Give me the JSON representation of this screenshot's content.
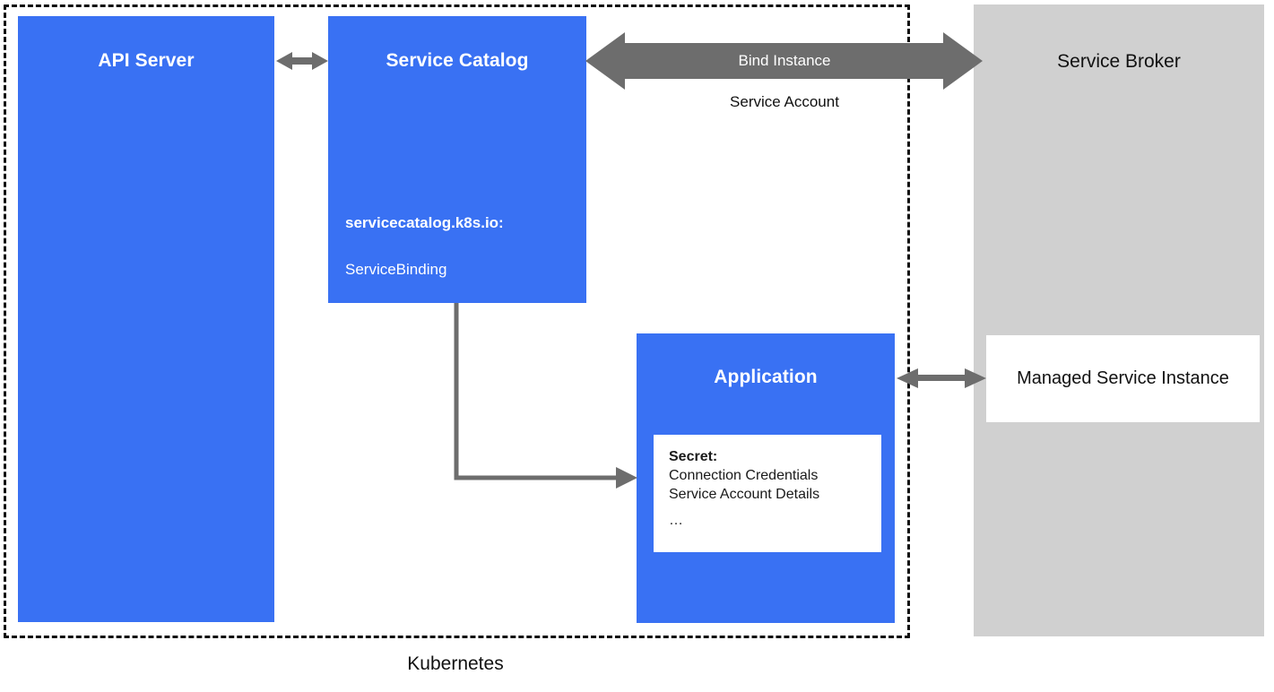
{
  "diagram": {
    "boundary": {
      "label": "Kubernetes"
    },
    "colors": {
      "component_blue": "#3971F3",
      "broker_gray": "#d0d0d0",
      "arrow_gray": "#6d6d6d",
      "text_white": "#ffffff",
      "text_black": "#111111"
    },
    "nodes": {
      "api_server": {
        "title": "API Server"
      },
      "service_catalog": {
        "title": "Service Catalog",
        "api_group": "servicecatalog.k8s.io:",
        "kind": "ServiceBinding"
      },
      "application": {
        "title": "Application",
        "secret": {
          "heading": "Secret:",
          "items": [
            "Connection Credentials",
            "Service Account Details",
            "…"
          ]
        }
      },
      "service_broker": {
        "title": "Service Broker",
        "managed_instance": "Managed Service Instance"
      }
    },
    "arrows": {
      "api_to_catalog": {
        "label": "",
        "style": "double-headed"
      },
      "catalog_to_broker": {
        "label": "Bind Instance",
        "sublabel": "Service Account",
        "style": "double-headed-block"
      },
      "catalog_to_application": {
        "label": "",
        "style": "elbow-single-headed"
      },
      "application_to_instance": {
        "label": "",
        "style": "double-headed"
      }
    }
  }
}
